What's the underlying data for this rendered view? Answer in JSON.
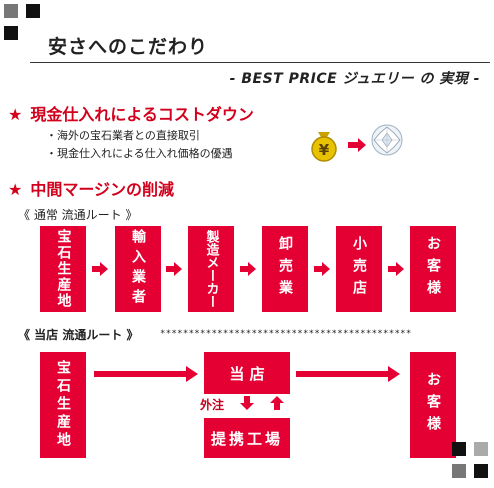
{
  "header": {
    "title": "安さへのこだわり",
    "subtitle": "- BEST PRICE ジュエリー の 実現 -"
  },
  "section1": {
    "star": "★",
    "title": "現金仕入れによるコストダウン",
    "bullets": [
      "・海外の宝石業者との直接取引",
      "・現金仕入れによる仕入れ価格の優遇"
    ],
    "coin_symbol": "¥"
  },
  "section2": {
    "star": "★",
    "title": "中間マージンの削減"
  },
  "normal_route": {
    "label": "《 通常 流通ルート 》",
    "steps": [
      "宝石生産地",
      "輸入業者",
      "製造メーカー",
      "卸売業",
      "小売店",
      "お客様"
    ]
  },
  "our_route": {
    "label": "《 当店 流通ルート 》",
    "stars": "********************************************",
    "source": "宝石生産地",
    "shop": "当 店",
    "outsource_label": "外注",
    "factory": "提携工場",
    "customer": "お客様"
  },
  "colors": {
    "accent": "#e40033",
    "title_red": "#d2001c"
  }
}
